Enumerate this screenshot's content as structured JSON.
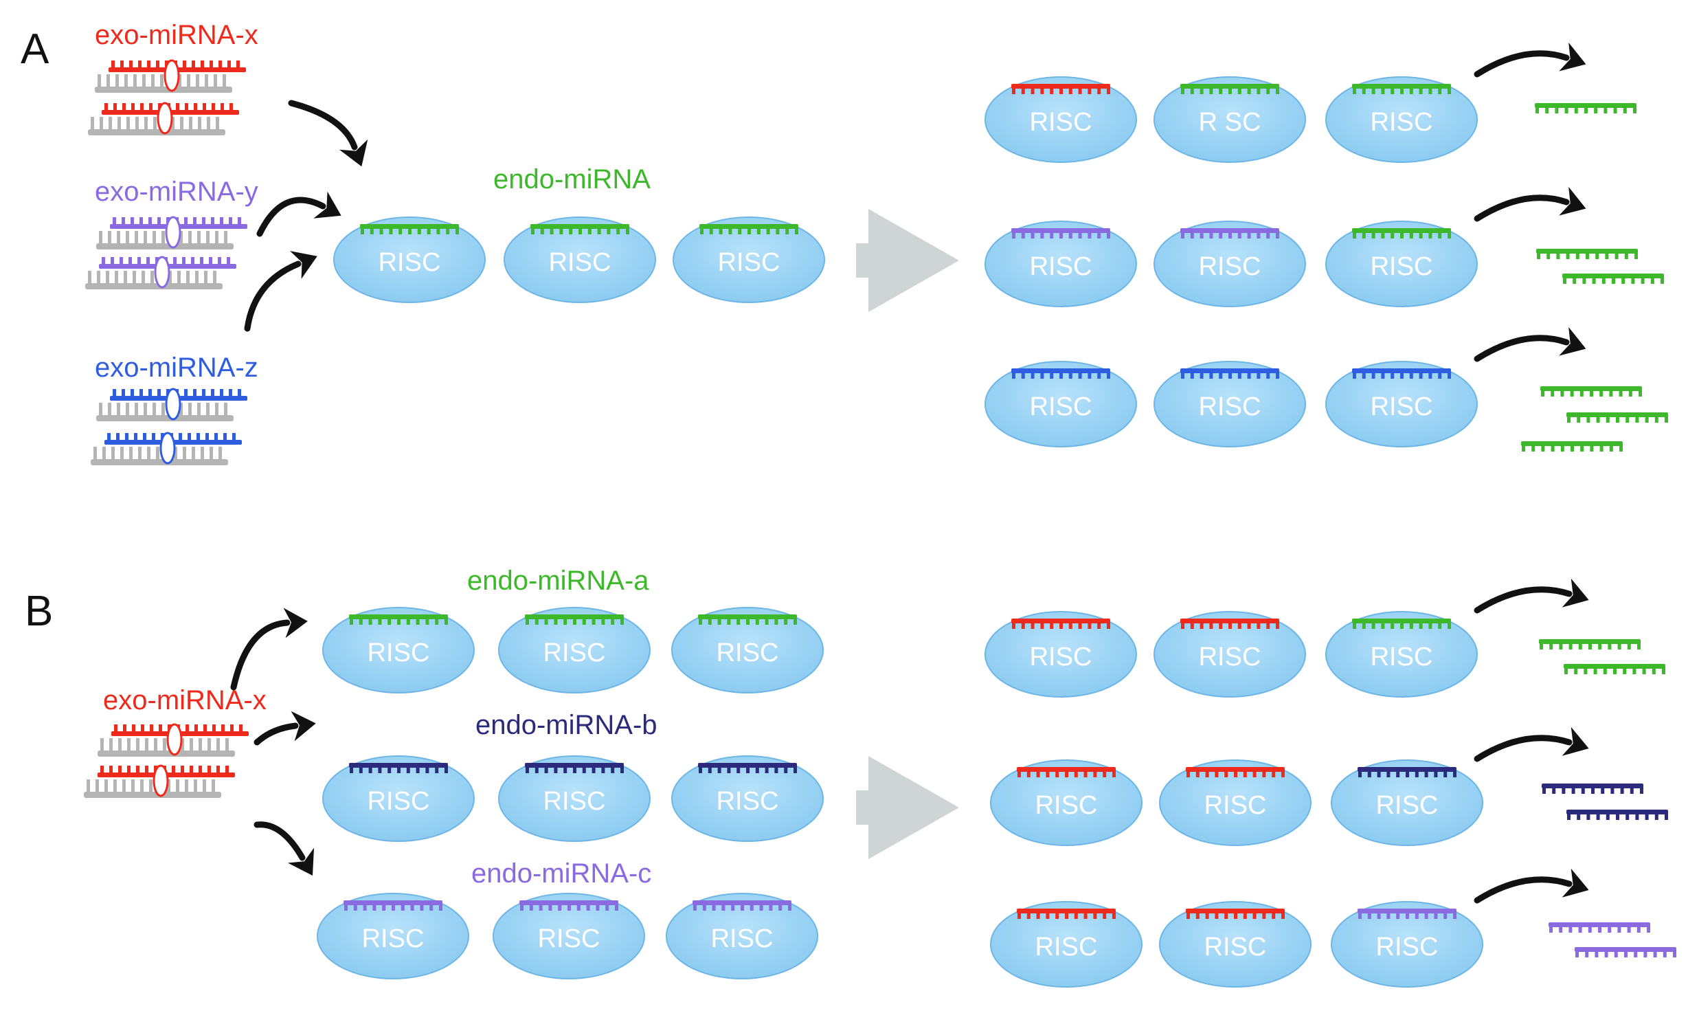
{
  "colors": {
    "red": "#ee2a1c",
    "green": "#3cb82a",
    "lavender": "#8a6ae0",
    "blue": "#2f5de0",
    "navy": "#2c2a7c",
    "ellipse_fill": "#9fd6f6",
    "ellipse_stroke": "#6eb6e6",
    "gray_strand": "#b4b4b4",
    "arrow_black": "#111111",
    "big_arrow_gray": "#cfd4d4"
  },
  "panel_a": {
    "letter": "A",
    "exo_x": "exo-miRNA-x",
    "exo_y": "exo-miRNA-y",
    "exo_z": "exo-miRNA-z",
    "endo": "endo-miRNA",
    "left_risc": [
      {
        "label": "RISC",
        "strand": "green"
      },
      {
        "label": "RISC",
        "strand": "green"
      },
      {
        "label": "RISC",
        "strand": "green"
      }
    ],
    "right_rows": [
      {
        "risc": [
          {
            "label": "RISC",
            "strand": "red"
          },
          {
            "label": "R SC",
            "strand": "green"
          },
          {
            "label": "RISC",
            "strand": "green"
          }
        ],
        "released": [
          "green"
        ]
      },
      {
        "risc": [
          {
            "label": "RISC",
            "strand": "lavender"
          },
          {
            "label": "RISC",
            "strand": "lavender"
          },
          {
            "label": "RISC",
            "strand": "green"
          }
        ],
        "released": [
          "green",
          "green"
        ]
      },
      {
        "risc": [
          {
            "label": "RISC",
            "strand": "blue"
          },
          {
            "label": "RISC",
            "strand": "blue"
          },
          {
            "label": "RISC",
            "strand": "blue"
          }
        ],
        "released": [
          "green",
          "green",
          "green"
        ]
      }
    ]
  },
  "panel_b": {
    "letter": "B",
    "exo_x": "exo-miRNA-x",
    "endo_a": "endo-miRNA-a",
    "endo_b": "endo-miRNA-b",
    "endo_c": "endo-miRNA-c",
    "left_rows": [
      {
        "risc": [
          {
            "label": "RISC",
            "strand": "green"
          },
          {
            "label": "RISC",
            "strand": "green"
          },
          {
            "label": "RISC",
            "strand": "green"
          }
        ]
      },
      {
        "risc": [
          {
            "label": "RISC",
            "strand": "navy"
          },
          {
            "label": "RISC",
            "strand": "navy"
          },
          {
            "label": "RISC",
            "strand": "navy"
          }
        ]
      },
      {
        "risc": [
          {
            "label": "RISC",
            "strand": "lavender"
          },
          {
            "label": "RISC",
            "strand": "lavender"
          },
          {
            "label": "RISC",
            "strand": "lavender"
          }
        ]
      }
    ],
    "right_rows": [
      {
        "risc": [
          {
            "label": "RISC",
            "strand": "red"
          },
          {
            "label": "RISC",
            "strand": "red"
          },
          {
            "label": "RISC",
            "strand": "green"
          }
        ],
        "released": [
          "green",
          "green"
        ]
      },
      {
        "risc": [
          {
            "label": "RISC",
            "strand": "red"
          },
          {
            "label": "RISC",
            "strand": "red"
          },
          {
            "label": "RISC",
            "strand": "navy"
          }
        ],
        "released": [
          "navy",
          "navy"
        ]
      },
      {
        "risc": [
          {
            "label": "RISC",
            "strand": "red"
          },
          {
            "label": "RISC",
            "strand": "red"
          },
          {
            "label": "RISC",
            "strand": "lavender"
          }
        ],
        "released": [
          "lavender",
          "lavender"
        ]
      }
    ]
  }
}
